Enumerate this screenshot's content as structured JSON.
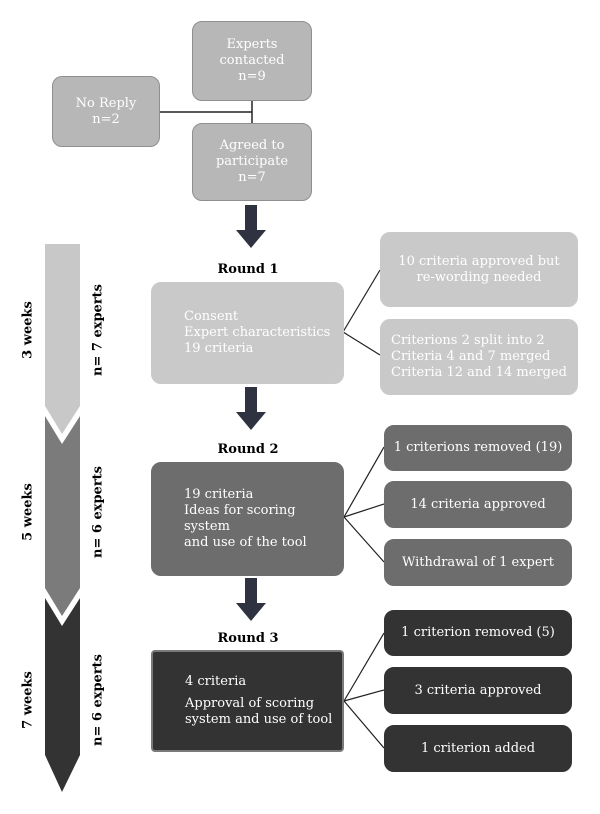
{
  "top": {
    "experts_contacted": [
      "Experts",
      "contacted",
      "n=9"
    ],
    "no_reply": [
      "No Reply",
      "n=2"
    ],
    "agreed": [
      "Agreed to",
      "participate",
      "n=7"
    ]
  },
  "timeline": [
    {
      "duration": "3 weeks",
      "experts": "n= 7 experts",
      "color": "#c8c8c8"
    },
    {
      "duration": "5 weeks",
      "experts": "n= 6 experts",
      "color": "#7b7b7b"
    },
    {
      "duration": "7 weeks",
      "experts": "n= 6 experts",
      "color": "#333333"
    }
  ],
  "rounds": [
    {
      "label": "Round 1",
      "main": [
        "Consent",
        "Expert characteristics",
        "19 criteria"
      ],
      "outcomes": [
        [
          "10 criteria approved but",
          "re-wording needed"
        ],
        [
          "Criterions 2 split into 2",
          "Criteria 4 and 7 merged",
          "Criteria 12 and 14 merged"
        ]
      ]
    },
    {
      "label": "Round 2",
      "main": [
        "19 criteria",
        "Ideas for scoring system",
        "and use of the tool"
      ],
      "outcomes": [
        [
          "1 criterions removed (19)"
        ],
        [
          "14 criteria approved"
        ],
        [
          "Withdrawal of 1 expert"
        ]
      ]
    },
    {
      "label": "Round 3",
      "main": [
        "4 criteria",
        "Approval of scoring",
        "system and use of tool"
      ],
      "outcomes": [
        [
          "1 criterion removed (5)"
        ],
        [
          "3 criteria approved"
        ],
        [
          "1 criterion added"
        ]
      ]
    }
  ],
  "colors": {
    "arrow": "#2f3240",
    "line": "#222222"
  }
}
